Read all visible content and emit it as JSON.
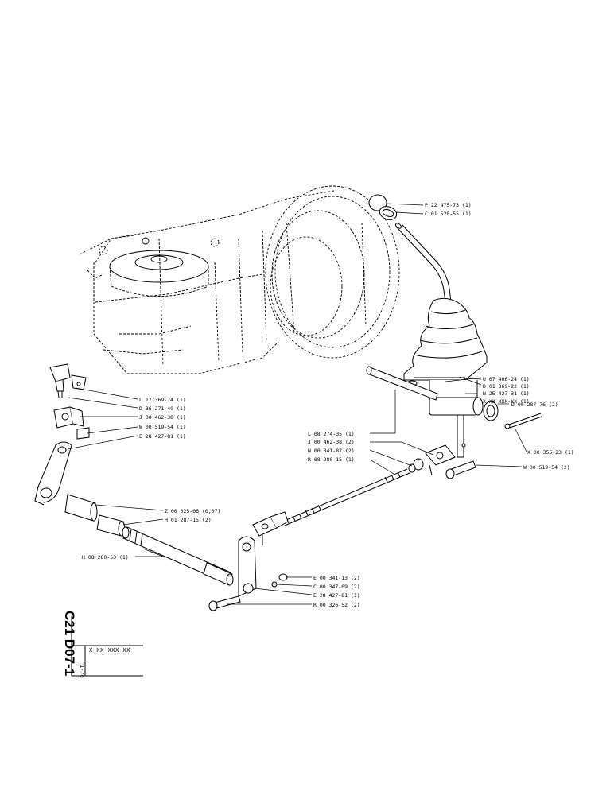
{
  "sheet": {
    "code": "C21 D07-1",
    "date": "1-76",
    "reference": "X XX XXX-XX"
  },
  "parts": [
    {
      "id": "p1",
      "label": "P 22 475-73 (1)"
    },
    {
      "id": "p2",
      "label": "C 01 520-55 (1)"
    },
    {
      "id": "p3",
      "label": "U 07 406-24 (1)"
    },
    {
      "id": "p4",
      "label": "D 01 369-22 (1)"
    },
    {
      "id": "p5",
      "label": "N 25 427-31 (1)"
    },
    {
      "id": "p6",
      "label": "X XX XXX-XX (1)"
    },
    {
      "id": "p7",
      "label": "D 00 287-76 (2)"
    },
    {
      "id": "p8",
      "label": "X 00 355-23 (1)"
    },
    {
      "id": "p9",
      "label": "W 00 519-54 (2)"
    },
    {
      "id": "p10",
      "label": "L 08 274-35 (1)"
    },
    {
      "id": "p11",
      "label": "J 00 462-38 (2)"
    },
    {
      "id": "p12",
      "label": "N 00 341-87 (2)"
    },
    {
      "id": "p13",
      "label": "R 08 280-15 (1)"
    },
    {
      "id": "p14",
      "label": "L 17 369-74 (1)"
    },
    {
      "id": "p15",
      "label": "D 36 271-49 (1)"
    },
    {
      "id": "p16",
      "label": "J 00 462-38 (1)"
    },
    {
      "id": "p17",
      "label": "W 00 519-54 (1)"
    },
    {
      "id": "p18",
      "label": "E 28 427-81 (1)"
    },
    {
      "id": "p19",
      "label": "Z 00 025-06 (0,07)"
    },
    {
      "id": "p20",
      "label": "H 01 287-15 (2)"
    },
    {
      "id": "p21",
      "label": "H 08 280-53 (1)"
    },
    {
      "id": "p22",
      "label": "E 00 341-13 (2)"
    },
    {
      "id": "p23",
      "label": "C 00 347-09 (2)"
    },
    {
      "id": "p24",
      "label": "E 28 427-81 (1)"
    },
    {
      "id": "p25",
      "label": "R 00 326-52 (2)"
    }
  ]
}
